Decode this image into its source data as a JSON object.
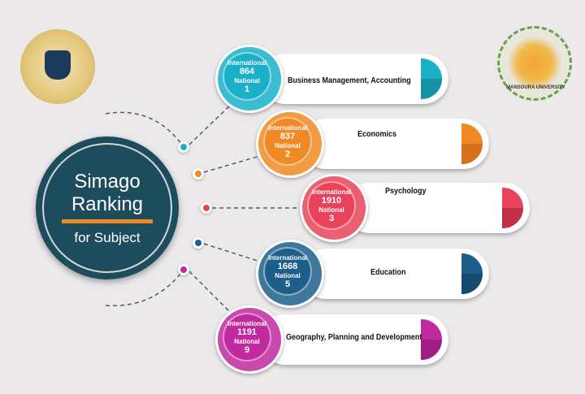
{
  "title": {
    "line1": "Simago",
    "line2": "Ranking",
    "line3": "for Subject"
  },
  "logos": {
    "right_text": "MANSOURA UNIVERSITY"
  },
  "subjects": [
    {
      "name": "Business Management, Accounting",
      "international_label": "International",
      "international": "864",
      "national_label": "National",
      "national": "1",
      "color": "#1ab0c8",
      "dark": "#1592a6"
    },
    {
      "name": "Economics",
      "international_label": "International",
      "international": "837",
      "national_label": "National",
      "national": "2",
      "color": "#f08a24",
      "dark": "#d5711a"
    },
    {
      "name": "Psychology",
      "international_label": "International",
      "international": "1910",
      "national_label": "National",
      "national": "3",
      "color": "#e8435a",
      "dark": "#c22f46"
    },
    {
      "name": "Education",
      "international_label": "International",
      "international": "1668",
      "national_label": "National",
      "national": "5",
      "color": "#1d5e8a",
      "dark": "#164b70"
    },
    {
      "name": "Geography, Planning and Development",
      "international_label": "International",
      "international": "1191",
      "national_label": "National",
      "national": "9",
      "color": "#c02a9e",
      "dark": "#a01f84"
    }
  ]
}
